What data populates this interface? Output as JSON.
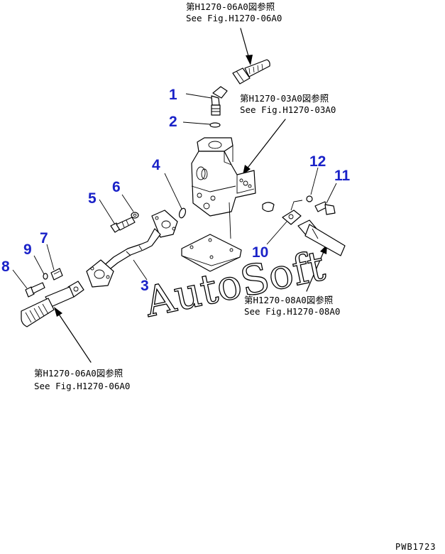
{
  "refs": {
    "top": {
      "jp": "第H1270-06A0図参照",
      "en": "See Fig.H1270-06A0"
    },
    "valve": {
      "jp": "第H1270-03A0図参照",
      "en": "See Fig.H1270-03A0"
    },
    "right": {
      "jp": "第H1270-08A0図参照",
      "en": "See Fig.H1270-08A0"
    },
    "bottom": {
      "jp": "第H1270-06A0図参照",
      "en": "See Fig.H1270-06A0"
    }
  },
  "parts": {
    "p1": "1",
    "p2": "2",
    "p3": "3",
    "p4": "4",
    "p5": "5",
    "p6": "6",
    "p7": "7",
    "p8": "8",
    "p9": "9",
    "p10": "10",
    "p11": "11",
    "p12": "12"
  },
  "watermark": "AutoSoft",
  "drawing_code": "PWB1723",
  "colors": {
    "part_number": "#1a22c8",
    "line": "#000000",
    "background": "#ffffff"
  }
}
